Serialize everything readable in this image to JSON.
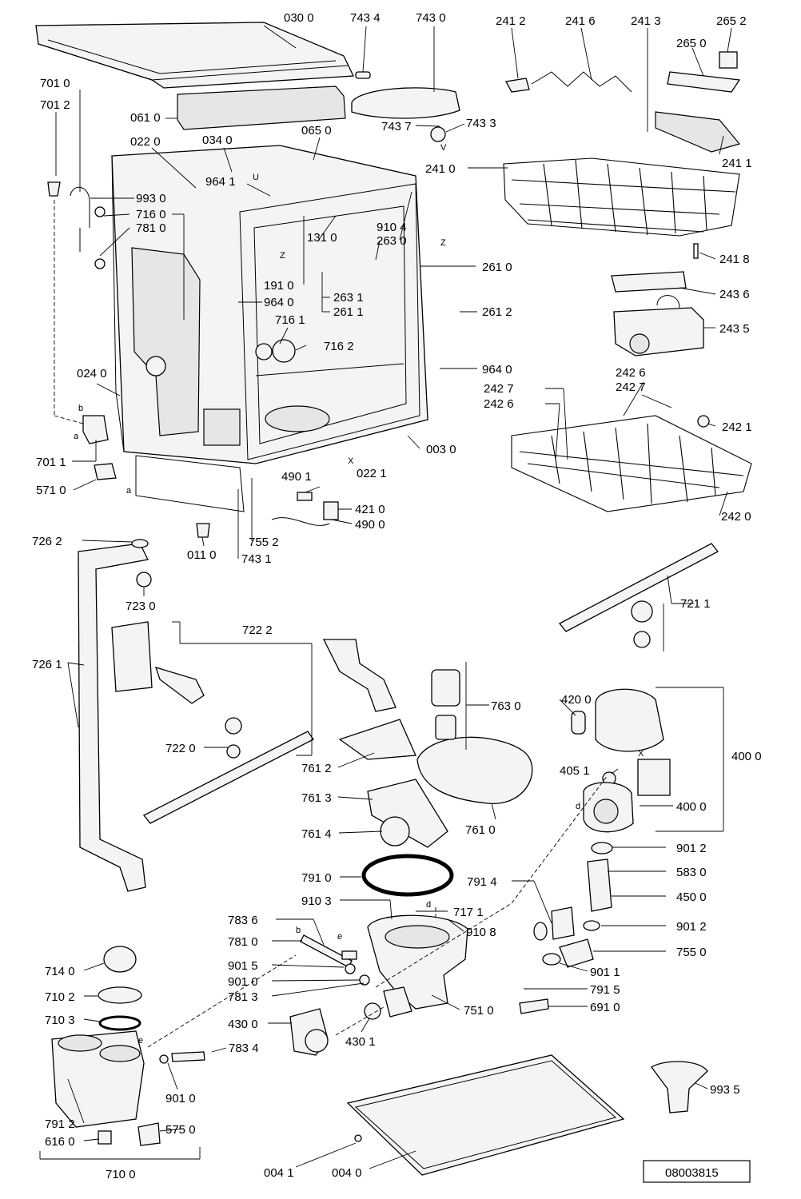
{
  "labels": {
    "p0300": "030 0",
    "p7434": "743 4",
    "p7430": "743 0",
    "p2412": "241 2",
    "p2416": "241 6",
    "p2413": "241 3",
    "p2652": "265 2",
    "p2650": "265 0",
    "p7010": "701 0",
    "p7012": "701 2",
    "p0610": "061 0",
    "p0650": "065 0",
    "p7437": "743 7",
    "p7433": "743 3",
    "p0220": "022 0",
    "p0340": "034 0",
    "p2411": "241 1",
    "p2410": "241 0",
    "p9641": "964 1",
    "p9930": "993 0",
    "p7160": "716 0",
    "p7810": "781 0",
    "p1310": "131 0",
    "p9104": "910 4",
    "p2630": "263 0",
    "p2610": "261 0",
    "p2418": "241 8",
    "p2436": "243 6",
    "p1910": "191 0",
    "p9640": "964 0",
    "p2631": "263 1",
    "p2611": "261 1",
    "p2612": "261 2",
    "p2435": "243 5",
    "p7161": "716 1",
    "p7162": "716 2",
    "p9640b": "964 0",
    "p2426a": "242 6",
    "p2427a": "242 7",
    "p2427b": "242 7",
    "p2426b": "242 6",
    "p0240": "024 0",
    "p2421": "242 1",
    "p0030": "003 0",
    "p7011": "701 1",
    "p5710": "571 0",
    "p0221": "022 1",
    "p4901": "490 1",
    "p4210": "421 0",
    "p4900": "490 0",
    "p2420": "242 0",
    "p7262": "726 2",
    "p0110": "011 0",
    "p7552": "755 2",
    "p7431": "743 1",
    "p7230": "723 0",
    "p7211": "721 1",
    "p7222": "722 2",
    "p7261": "726 1",
    "p7630": "763 0",
    "p4200": "420 0",
    "p4000": "400 0",
    "p7220": "722 0",
    "p7612": "761 2",
    "p4051": "405 1",
    "p7613": "761 3",
    "p4000b": "400 0",
    "p7614": "761 4",
    "p7610": "761 0",
    "p9012": "901 2",
    "p5830": "583 0",
    "p7910": "791 0",
    "p7914": "791 4",
    "p4500": "450 0",
    "p9103": "910 3",
    "p7171": "717 1",
    "p7836": "783 6",
    "p9108": "910 8",
    "p9012b": "901 2",
    "p7810b": "781 0",
    "p7550": "755 0",
    "p9015": "901 5",
    "p9011": "901 1",
    "p9010": "901 0",
    "p7813": "781 3",
    "p7915": "791 5",
    "p7140": "714 0",
    "p7510": "751 0",
    "p6910": "691 0",
    "p7102": "710 2",
    "p4300": "430 0",
    "p7103": "710 3",
    "p4301": "430 1",
    "p7834": "783 4",
    "p9935": "993 5",
    "p9010b": "901 0",
    "p7912": "791 2",
    "p5750": "575 0",
    "p6160": "616 0",
    "p7100": "710 0",
    "p0041": "004 1",
    "p0040": "004 0"
  },
  "markers": {
    "u": "U",
    "z1": "Z",
    "z2": "Z",
    "v": "V",
    "x1": "X",
    "x2": "X",
    "a1": "a",
    "a2": "a",
    "b1": "b",
    "b2": "b",
    "d1": "d",
    "d2": "d",
    "e1": "e",
    "e2": "e"
  },
  "document_number": "08003815"
}
